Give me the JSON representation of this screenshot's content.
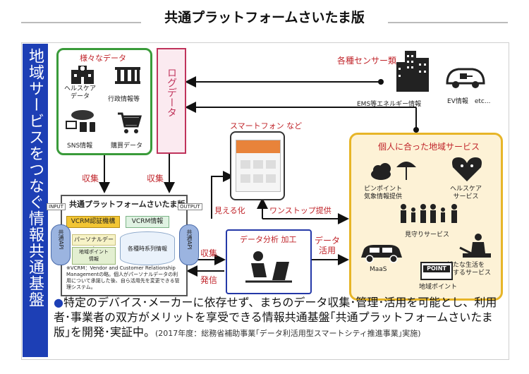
{
  "header": {
    "title": "共通プラットフォームさいたま版"
  },
  "banner": {
    "text": "地域サービスをつなぐ情報共通基盤"
  },
  "data_sources": {
    "title": "様々なデータ",
    "items": [
      "ヘルスケア\nデータ",
      "行政情報等",
      "SNS情報",
      "購買データ"
    ]
  },
  "log_data": {
    "label": "ログデータ"
  },
  "sensors": {
    "title": "各種センサー類",
    "ems_label": "EMS等エネルギー情報",
    "ev_label": "EV情報　etc..."
  },
  "smartphone": {
    "label": "スマートフォン など"
  },
  "personal_services": {
    "title": "個人に合った地域サービス",
    "items": [
      "ピンポイント\n気象情報提供",
      "ヘルスケア\nサービス",
      "見守りサービス",
      "MaaS",
      "新たな生活を\n支援するサービス",
      "地域ポイント"
    ],
    "point_card": "POINT"
  },
  "platform": {
    "title": "共通プラットフォームさいたま版",
    "input": "INPUT",
    "output": "OUTPUT",
    "api_left": "共通API",
    "api_right": "共通API",
    "vcrm_org": "VCRM認証機構",
    "vcrm_info": "VCRM情報",
    "personal_data": "パーソナルデータ",
    "local_point": "地域ポイント\n情報",
    "time_series": "各種時系列情報",
    "note": "※VCRM：Vendor and Customer Relationship Managementの略。個人がパーソナルデータの利用について承諾した後、自ら活用先を変更できる管理システム。"
  },
  "arrows": {
    "collect1": "収集",
    "collect2": "収集",
    "visualize": "見える化",
    "one_stop": "ワンストップ提供",
    "collect3": "収集",
    "send": "発信",
    "data_use": "データ\n活用"
  },
  "analysis": {
    "title": "データ分析 加工"
  },
  "description": {
    "bullet": "●",
    "text": "特定のデバイス･メーカーに依存せず、まちのデータ収集･管理･活用を可能とし、利用者･事業者の双方がメリットを享受できる情報共通基盤｢共通プラットフォームさいたま版｣を開発･実証中。",
    "note": "(2017年度：総務省補助事業｢データ利活用型スマートシティ推進事業｣実施)"
  },
  "colors": {
    "banner": "#1d3fb5",
    "green": "#3a9b3a",
    "log": "#c0335b",
    "personal": "#e7b528",
    "analysis": "#2438a8",
    "tag": "#2aa5c9"
  }
}
